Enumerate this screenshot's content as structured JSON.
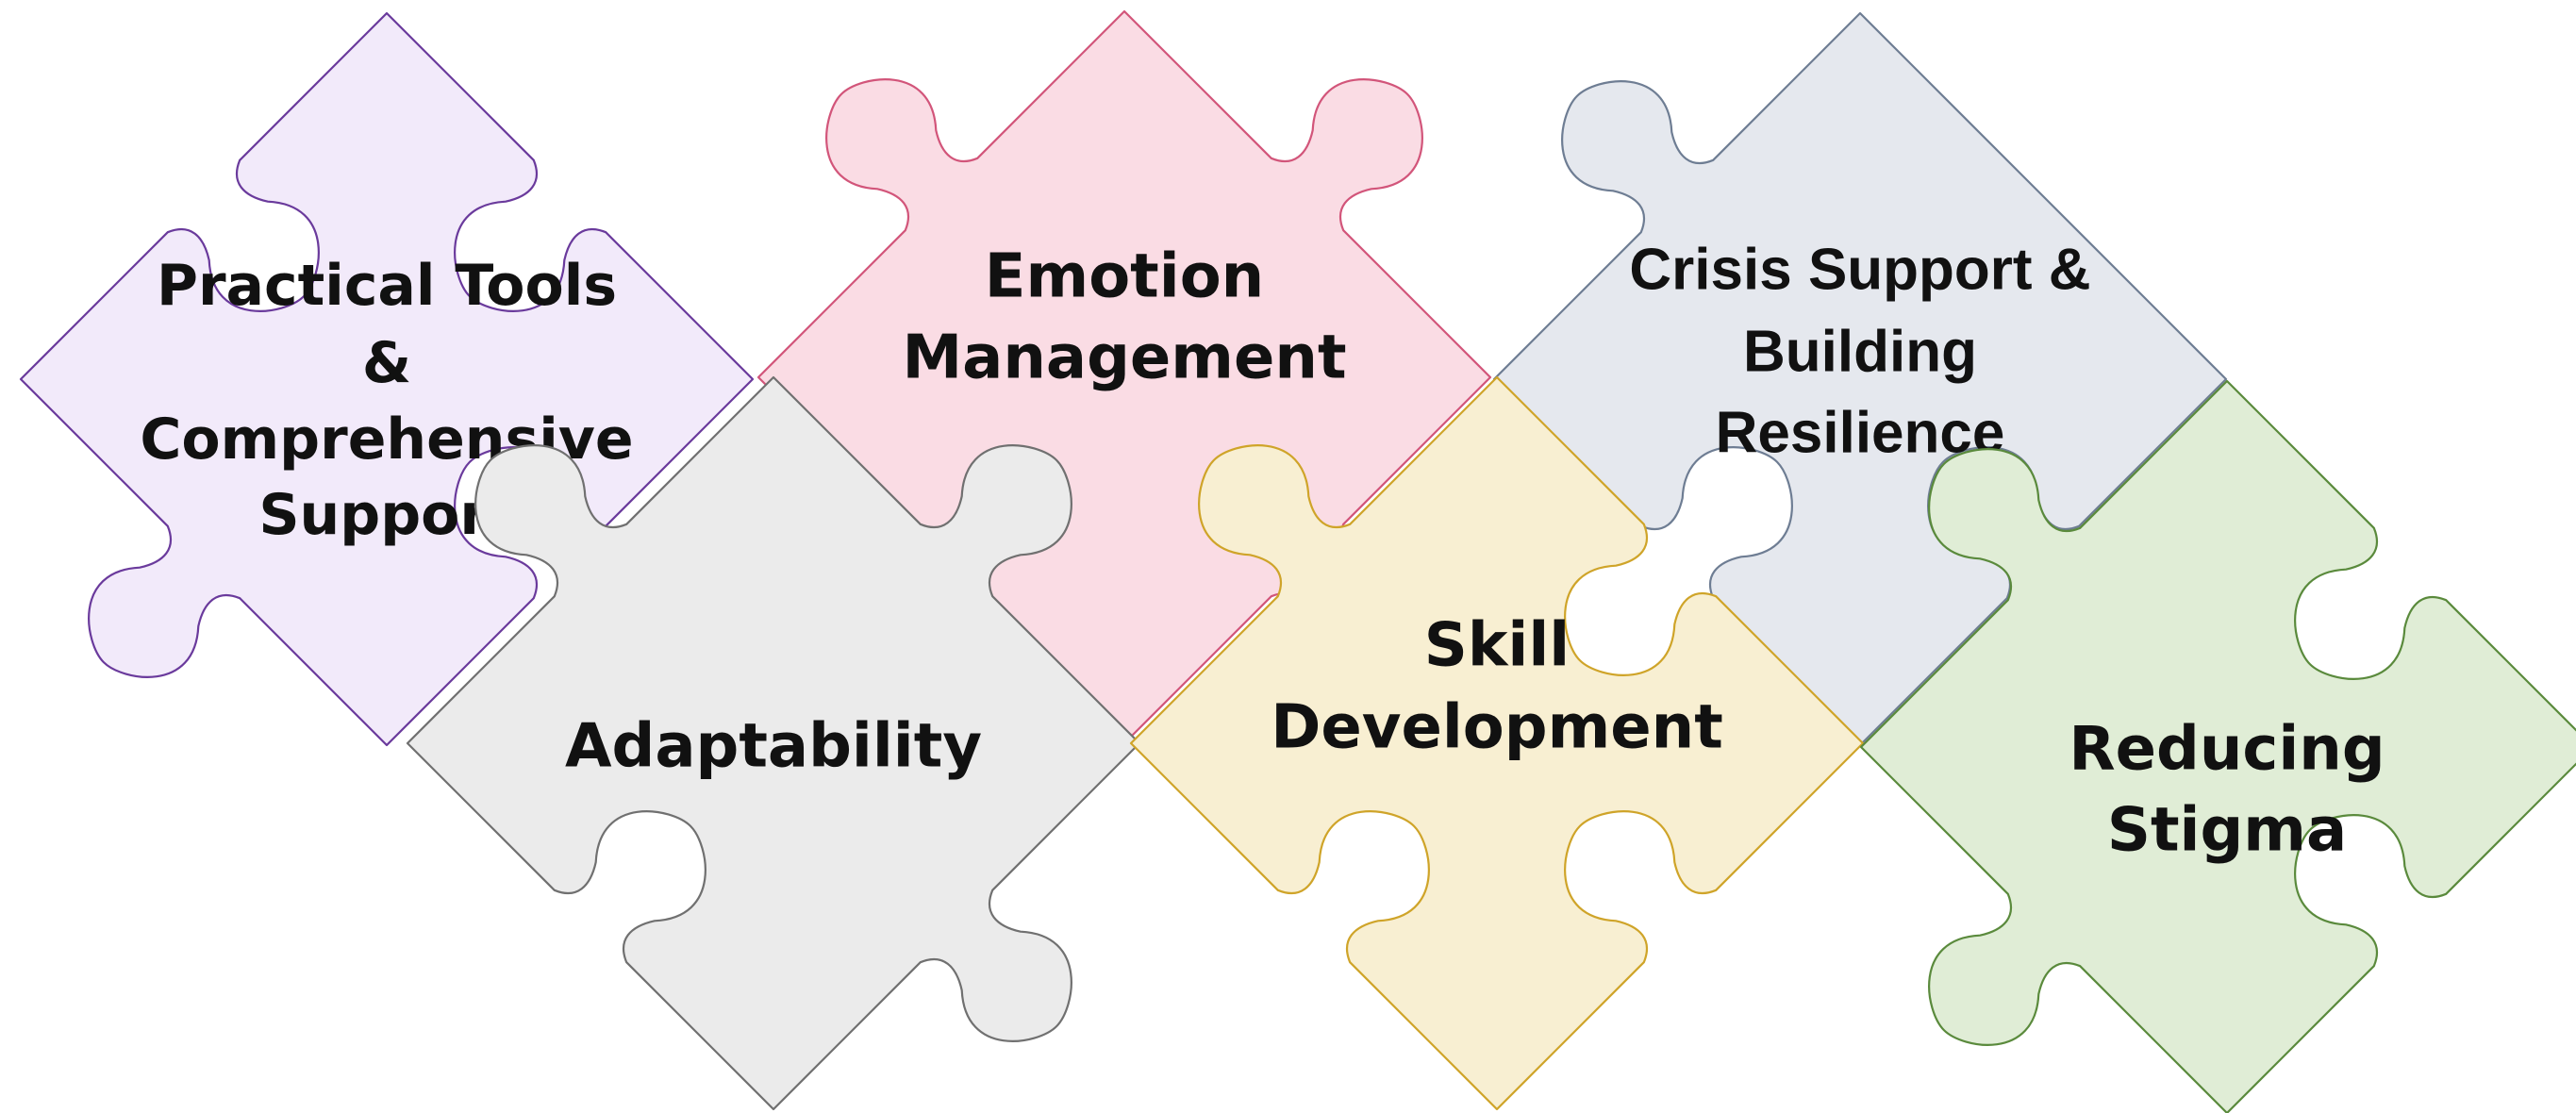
{
  "diagram": {
    "pieces": [
      {
        "id": "practical-tools",
        "lines": [
          "Practical Tools",
          "&",
          "Comprehensive",
          "Support"
        ],
        "fill": "#F2EAFA",
        "stroke": "#6A3A9C"
      },
      {
        "id": "adaptability",
        "lines": [
          "Adaptability"
        ],
        "fill": "#EBEBEB",
        "stroke": "#707070"
      },
      {
        "id": "emotion-management",
        "lines": [
          "Emotion",
          "Management"
        ],
        "fill": "#FADCE4",
        "stroke": "#D2557A"
      },
      {
        "id": "skill-development",
        "lines": [
          "Skill",
          "Development"
        ],
        "fill": "#F8EFD2",
        "stroke": "#CFA429"
      },
      {
        "id": "crisis-support",
        "lines": [
          "Crisis Support &",
          "Building",
          "Resilience"
        ],
        "fill": "#E5E8EE",
        "stroke": "#6E7D93"
      },
      {
        "id": "reducing-stigma",
        "lines": [
          "Reducing",
          "Stigma"
        ],
        "fill": "#E0EDD6",
        "stroke": "#5A8A3C"
      }
    ]
  }
}
